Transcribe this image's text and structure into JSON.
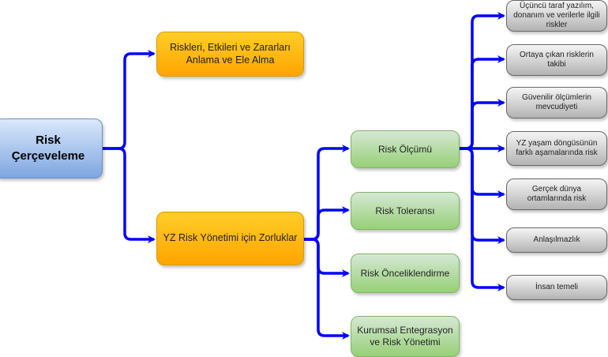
{
  "root": {
    "label": "Risk Çerçeveleme"
  },
  "branches": [
    {
      "label": "Riskleri, Etkileri ve Zararları Anlama ve Ele Alma"
    },
    {
      "label": "YZ Risk Yönetimi için Zorluklar"
    }
  ],
  "challenges": [
    {
      "label": "Risk Ölçümü"
    },
    {
      "label": "Risk Toleransı"
    },
    {
      "label": "Risk Önceliklendirme"
    },
    {
      "label": "Kurumsal Entegrasyon ve Risk Yönetimi"
    }
  ],
  "measurement_items": [
    {
      "label": "Üçüncü taraf yazılım, donanım ve verilerle ilgili riskler"
    },
    {
      "label": "Ortaya çıkan risklerin takibi"
    },
    {
      "label": "Güvenilir ölçümlerin mevcudiyeti"
    },
    {
      "label": "YZ yaşam döngüsünün farklı aşamalarında risk"
    },
    {
      "label": "Gerçek dünya ortamlarında risk"
    },
    {
      "label": "Anlaşılmazlık"
    },
    {
      "label": "İnsan temeli"
    }
  ],
  "colors": {
    "connector": "#0000ff",
    "root_fill": "#dae8fc",
    "branch_fill": "#ffcd28",
    "challenge_fill": "#d5e8d4",
    "item_fill": "#f5f5f5"
  }
}
